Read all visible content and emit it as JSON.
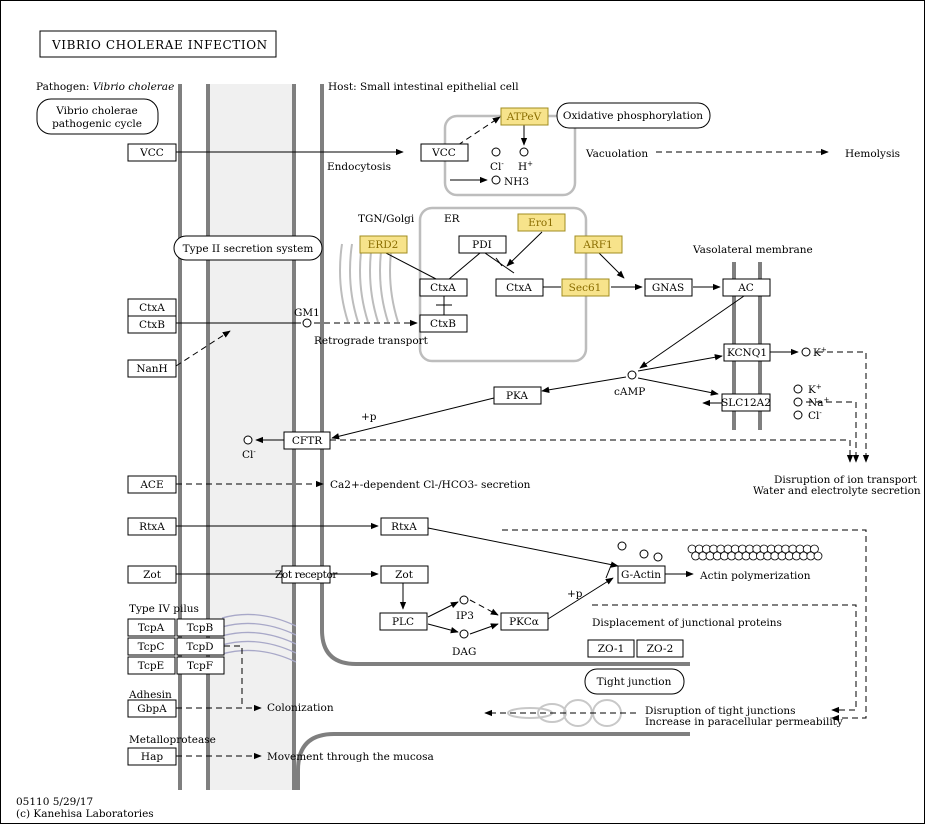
{
  "title": "VIBRIO CHOLERAE INFECTION",
  "labels": {
    "pathogen_prefix": "Pathogen: ",
    "pathogen_name": "Vibrio cholerae",
    "host": "Host: Small intestinal epithelial cell",
    "cycle_line1": "Vibrio cholerae",
    "cycle_line2": "pathogenic cycle",
    "oxphos": "Oxidative phosphorylation",
    "endocytosis": "Endocytosis",
    "vacuolation": "Vacuolation",
    "hemolysis": "Hemolysis",
    "tgn": "TGN/Golgi",
    "er": "ER",
    "t2ss": "Type II secretion system",
    "vasolateral": "Vasolateral membrane",
    "gm1": "GM1",
    "retrograde": "Retrograde transport",
    "camp": "cAMP",
    "plus_p": "+p",
    "cl_minus": "Cl",
    "h_plus": "H",
    "nh3": "NH3",
    "k_plus": "K",
    "na_plus": "Na",
    "disruption_ion_line1": "Disruption of ion transport",
    "disruption_ion_line2": "Water and electrolyte secretion",
    "ca_secretion": "Ca2+-dependent Cl-/HCO3- secretion",
    "ip3": "IP3",
    "dag": "DAG",
    "actin_poly": "Actin polymerization",
    "displacement": "Displacement of junctional proteins",
    "tight_junction": "Tight junction",
    "disruption_tj_line1": "Disruption of tight junctions",
    "disruption_tj_line2": "Increase in paracellular permeability",
    "type4": "Type IV pilus",
    "colonization": "Colonization",
    "adhesin": "Adhesin",
    "metalloprotease": "Metalloprotease",
    "movement": "Movement through the mucosa",
    "footer_line1": "05110 5/29/17",
    "footer_line2": "(c) Kanehisa Laboratories"
  },
  "nodes": {
    "vcc_pathogen": "VCC",
    "vcc_host": "VCC",
    "atpev": "ATPeV",
    "erd2": "ERD2",
    "pdi": "PDI",
    "ero1": "Ero1",
    "arf1": "ARF1",
    "ctxa_golgi": "CtxA",
    "ctxb_golgi": "CtxB",
    "ctxa_er": "CtxA",
    "sec61": "Sec61",
    "gnas": "GNAS",
    "ac": "AC",
    "kcnq1": "KCNQ1",
    "slc12a2": "SLC12A2",
    "pka": "PKA",
    "cftr": "CFTR",
    "ctxa": "CtxA",
    "ctxb": "CtxB",
    "nanh": "NanH",
    "ace": "ACE",
    "rtxa": "RtxA",
    "rtxa_host": "RtxA",
    "zot": "Zot",
    "zot_receptor": "Zot receptor",
    "zot_host": "Zot",
    "plc": "PLC",
    "pkca": "PKCα",
    "gactin": "G-Actin",
    "zo1": "ZO-1",
    "zo2": "ZO-2",
    "tcpa": "TcpA",
    "tcpb": "TcpB",
    "tcpc": "TcpC",
    "tcpd": "TcpD",
    "tcpe": "TcpE",
    "tcpf": "TcpF",
    "gbpa": "GbpA",
    "hap": "Hap"
  },
  "colors": {
    "highlight_fill": "#f7e38b",
    "highlight_text": "#8a6d00",
    "membrane": "#7f7f7f",
    "compartment": "#c0c0c0",
    "mucus": "#f0f0f0"
  }
}
